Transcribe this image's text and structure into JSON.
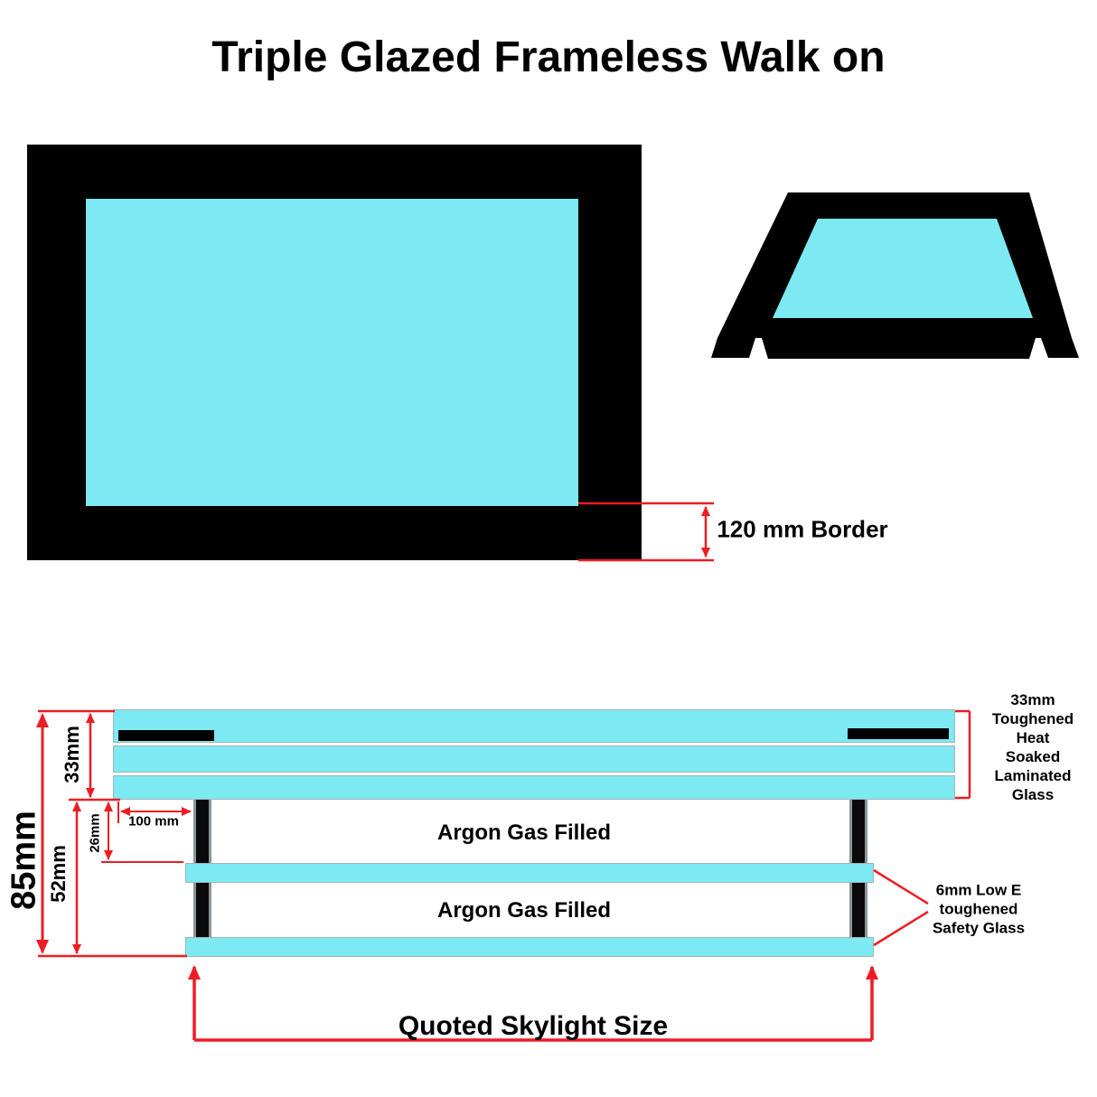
{
  "title": "Triple Glazed Frameless Walk on",
  "colors": {
    "glass": "#7de9f2",
    "frame": "#000000",
    "annotation": "#ed1c24"
  },
  "plan_view": {
    "border_label": "120 mm Border"
  },
  "cross_section": {
    "overall_height_label": "85mm",
    "laminated_thickness_label": "33mm",
    "lower_section_label": "52mm",
    "cavity_label": "26mm",
    "edge_inset_label": "100 mm",
    "argon_top_label": "Argon Gas Filled",
    "argon_bottom_label": "Argon Gas Filled",
    "laminated_glass_note": "33mm\nToughened\nHeat Soaked\nLaminated Glass",
    "safety_glass_note": "6mm Low E\ntoughened\nSafety Glass",
    "quoted_size_label": "Quoted Skylight Size"
  }
}
